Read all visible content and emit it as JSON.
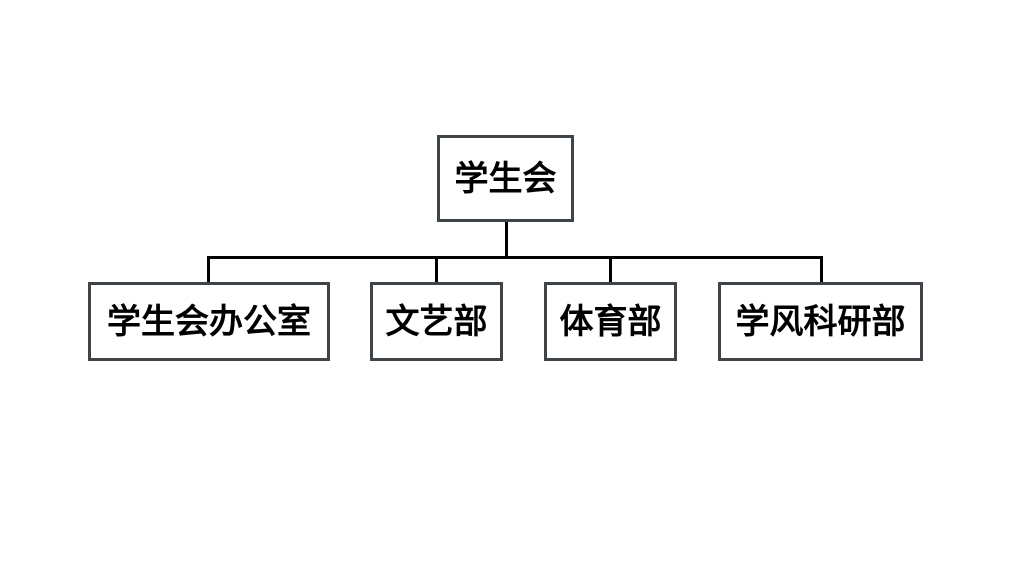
{
  "diagram": {
    "root": {
      "label": "学生会"
    },
    "children": [
      {
        "label": "学生会办公室"
      },
      {
        "label": "文艺部"
      },
      {
        "label": "体育部"
      },
      {
        "label": "学风科研部"
      }
    ]
  },
  "colors": {
    "node_border": "#3f4448",
    "connector": "#000000",
    "text": "#000000",
    "background": "#ffffff"
  }
}
